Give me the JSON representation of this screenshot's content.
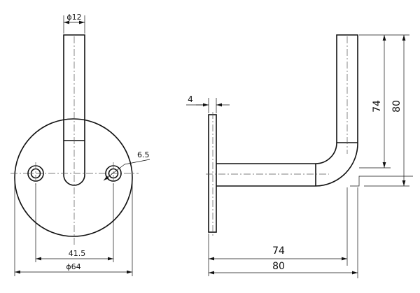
{
  "front_view": {
    "tube_diameter": "ϕ12",
    "hole_diameter": "6.5",
    "hole_spacing": "41.5",
    "plate_diameter": "ϕ64"
  },
  "side_view": {
    "plate_thickness": "4",
    "vertical_inner": "74",
    "vertical_outer": "80",
    "horizontal_inner": "74",
    "horizontal_outer": "80"
  }
}
